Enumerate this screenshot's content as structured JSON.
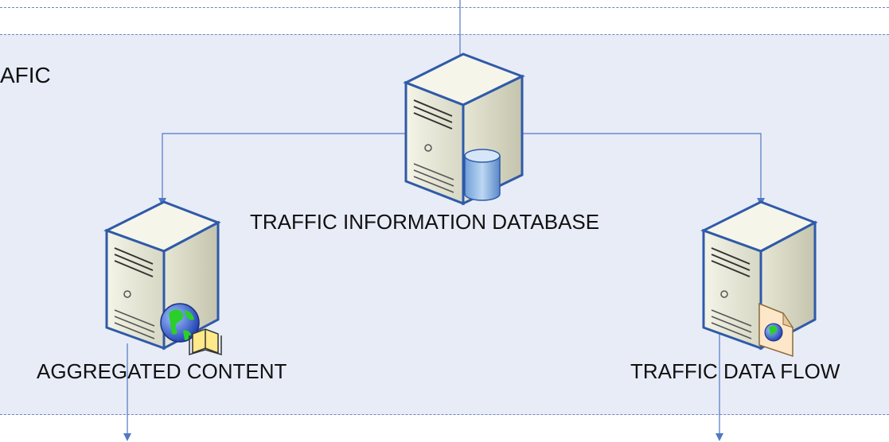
{
  "diagram": {
    "section_label": "AFIC",
    "nodes": [
      {
        "id": "db",
        "label": "TRAFFIC INFORMATION DATABASE",
        "icon": "server-database-icon"
      },
      {
        "id": "content",
        "label": "AGGREGATED CONTENT",
        "icon": "server-web-content-icon"
      },
      {
        "id": "flow",
        "label": "TRAFFIC DATA FLOW",
        "icon": "server-data-file-icon"
      }
    ],
    "edges": [
      {
        "from": "db",
        "to": "content"
      },
      {
        "from": "db",
        "to": "flow"
      }
    ],
    "colors": {
      "band": "#e8ecf7",
      "connector": "#4f79c4",
      "server_body": "#eeeedd",
      "server_outline": "#2f5aa8"
    }
  }
}
